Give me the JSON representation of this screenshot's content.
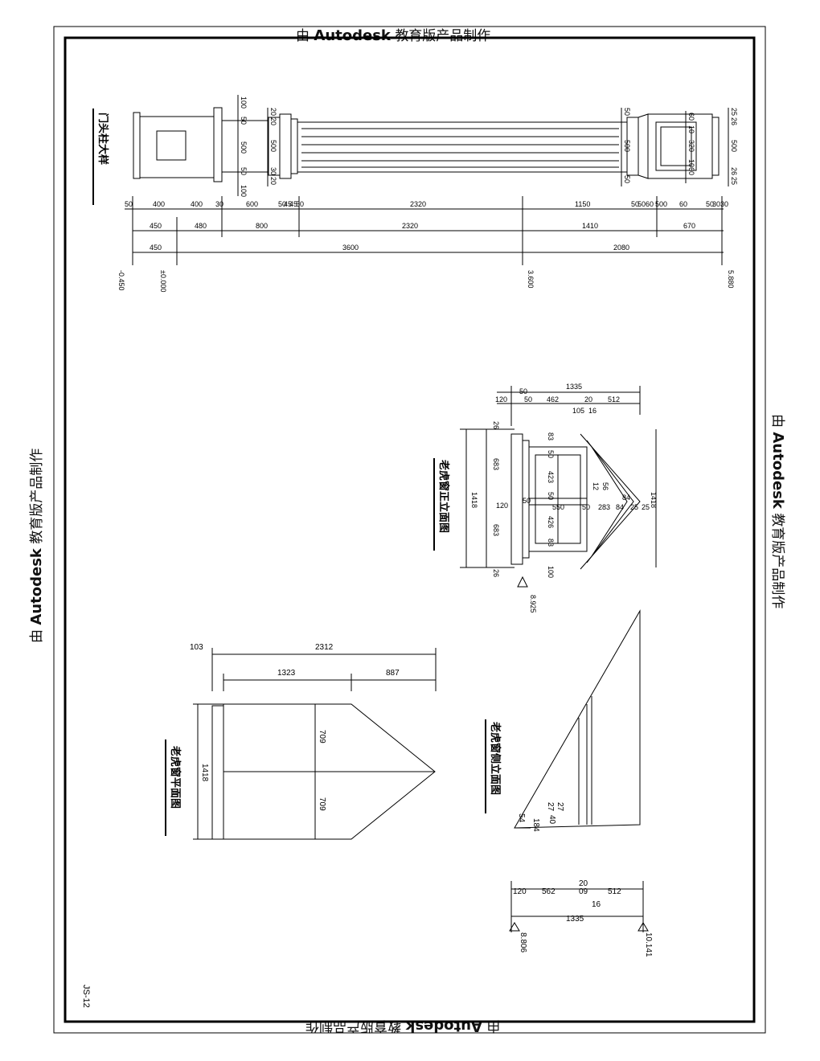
{
  "watermark": {
    "prefix": "由",
    "brand": "Autodesk",
    "suffix": "教育版产品制作"
  },
  "drawing_number": "JS-12",
  "views": {
    "column": {
      "title": "门头柱大样",
      "dims_row1": [
        "50",
        "400",
        "400",
        "30",
        "600",
        "50",
        "45",
        "45",
        "50",
        "2320",
        "1150",
        "50",
        "50",
        "60",
        "500",
        "60",
        "50",
        "30",
        "30"
      ],
      "dims_row2": [
        "450",
        "480",
        "800",
        "2320",
        "1410",
        "670"
      ],
      "dims_row3": [
        "450",
        "3600",
        "2080"
      ],
      "levels": [
        "-0.450",
        "±0.000",
        "3.600",
        "5.880"
      ],
      "side_dims_left": [
        "100",
        "50",
        "500",
        "50",
        "100"
      ],
      "side_dims_mid": [
        "20",
        "20",
        "500",
        "30",
        "20"
      ],
      "side_dims_right1": [
        "50",
        "500",
        "50"
      ],
      "side_dims_right2": [
        "60",
        "10",
        "320",
        "10",
        "60"
      ],
      "side_dims_right3": [
        "25",
        "26",
        "500",
        "26",
        "25"
      ]
    },
    "front": {
      "title": "老虎窗正立面图",
      "top_dims": [
        "1335",
        "50",
        "120",
        "50",
        "462",
        "20",
        "512",
        "105",
        "16"
      ],
      "left_dims": [
        "26",
        "683",
        "1418",
        "120",
        "683",
        "26"
      ],
      "inner_dims": [
        "83",
        "50",
        "423",
        "50",
        "550",
        "426",
        "50",
        "50",
        "83",
        "100",
        "283"
      ],
      "roof_dims": [
        "12",
        "56",
        "84",
        "84",
        "25",
        "25"
      ],
      "right_dim": "1418",
      "level": "8.925"
    },
    "plan": {
      "title": "老虎窗平面图",
      "top_dims": [
        "103",
        "2312",
        "1323",
        "887"
      ],
      "left_dim": "1418",
      "inner_dims": [
        "709",
        "709"
      ]
    },
    "side": {
      "title": "老虎窗侧立面图",
      "small_dims": [
        "27",
        "27",
        "40",
        "184",
        "54"
      ],
      "bottom_dims": [
        "120",
        "562",
        "20",
        "512",
        "16",
        "09"
      ],
      "span_dim": "1335",
      "levels": [
        "8.806",
        "10.141"
      ]
    }
  }
}
